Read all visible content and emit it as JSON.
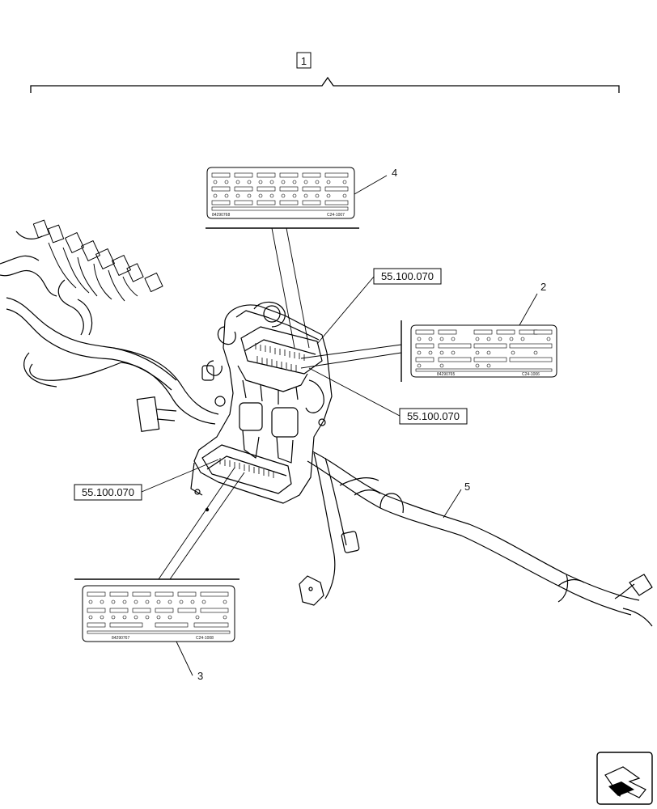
{
  "diagram": {
    "assembly_callout": "1",
    "callouts": {
      "harness_main": "5",
      "fuse_card_top": "4",
      "fuse_card_right": "2",
      "fuse_card_bottom": "3"
    },
    "section_refs": [
      "55.100.070",
      "55.100.070",
      "55.100.070"
    ],
    "fuse_cards": {
      "top": {
        "part_no": "84290768",
        "code": "C24-1007"
      },
      "right": {
        "part_no": "84290765",
        "code": "C24-1006"
      },
      "bottom": {
        "part_no": "84290767",
        "code": "C24-1008"
      }
    },
    "nav_icon": "arrow-navigation-icon"
  }
}
